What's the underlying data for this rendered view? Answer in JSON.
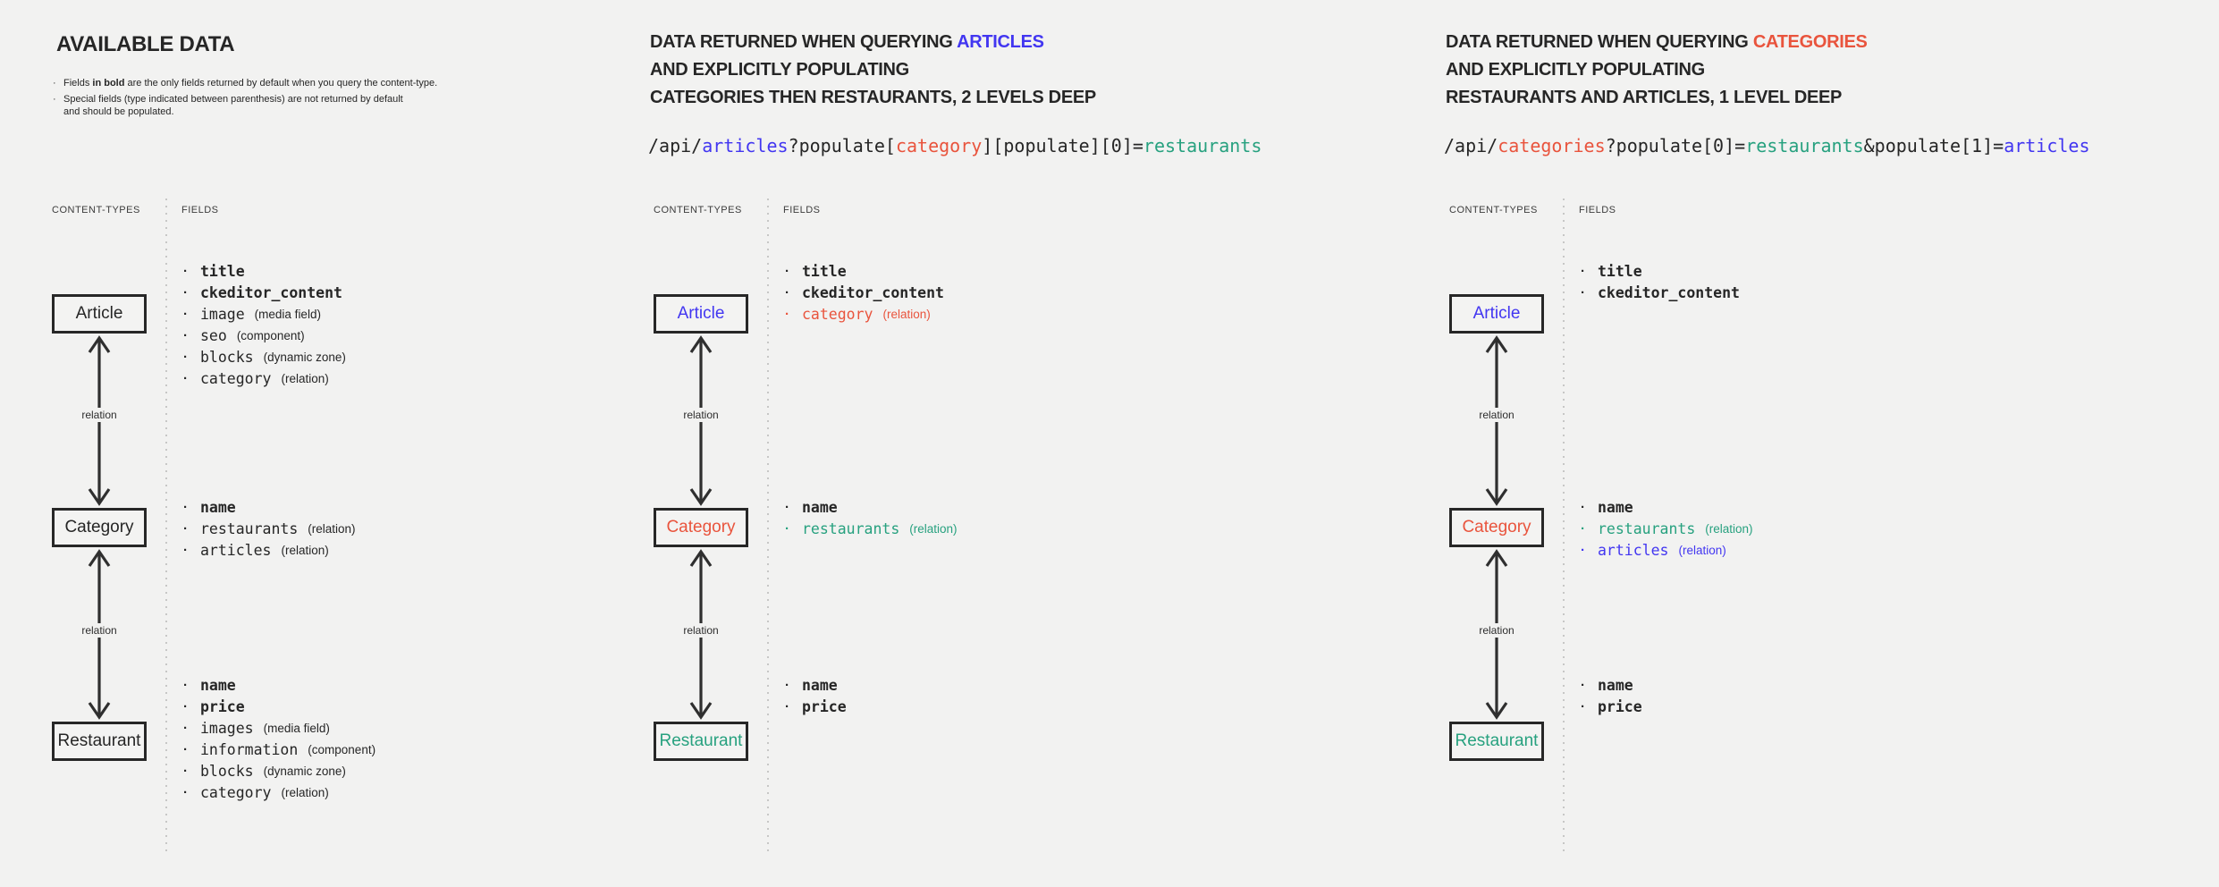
{
  "palette": {
    "bg": "#f2f2f1",
    "dark": "#262626",
    "blue": "#4236f1",
    "red": "#e9543d",
    "teal": "#27a17f",
    "box_border": "#272727",
    "arrow": "#2f2f2f",
    "divider_dot": "#c7c7c6",
    "muted_label": "#3c3c3c"
  },
  "columns": [
    {
      "key": "available-data",
      "header": {
        "lines": [
          [
            {
              "text": "AVAILABLE DATA",
              "color": "dark"
            }
          ]
        ],
        "notes": [
          {
            "lines": [
              [
                {
                  "text": "Fields "
                },
                {
                  "text": "in bold",
                  "bold": true
                },
                {
                  "text": " are the only fields returned by default when you query the content-type."
                }
              ]
            ]
          },
          {
            "lines": [
              [
                {
                  "text": "Special fields (type indicated between parenthesis) are not returned by default"
                }
              ],
              [
                {
                  "text": "and should be populated."
                }
              ]
            ]
          }
        ]
      },
      "labels": {
        "content_types": "CONTENT-TYPES",
        "fields": "FIELDS"
      },
      "relation_label": "relation",
      "nodes": [
        {
          "title": "Article",
          "color": "dark",
          "fields": [
            {
              "name": "title",
              "bold": true,
              "color": "dark"
            },
            {
              "name": "ckeditor_content",
              "bold": true,
              "color": "dark"
            },
            {
              "name": "image",
              "type": "(media field)",
              "color": "dark"
            },
            {
              "name": "seo",
              "type": "(component)",
              "color": "dark"
            },
            {
              "name": "blocks",
              "type": "(dynamic zone)",
              "color": "dark"
            },
            {
              "name": "category",
              "type": "(relation)",
              "color": "dark"
            }
          ]
        },
        {
          "title": "Category",
          "color": "dark",
          "fields": [
            {
              "name": "name",
              "bold": true,
              "color": "dark"
            },
            {
              "name": "restaurants",
              "type": "(relation)",
              "color": "dark"
            },
            {
              "name": "articles",
              "type": "(relation)",
              "color": "dark"
            }
          ]
        },
        {
          "title": "Restaurant",
          "color": "dark",
          "fields": [
            {
              "name": "name",
              "bold": true,
              "color": "dark"
            },
            {
              "name": "price",
              "bold": true,
              "color": "dark"
            },
            {
              "name": "images",
              "type": "(media field)",
              "color": "dark"
            },
            {
              "name": "information",
              "type": "(component)",
              "color": "dark"
            },
            {
              "name": "blocks",
              "type": "(dynamic zone)",
              "color": "dark"
            },
            {
              "name": "category",
              "type": "(relation)",
              "color": "dark"
            }
          ]
        }
      ]
    },
    {
      "key": "query-articles",
      "header": {
        "lines": [
          [
            {
              "text": "DATA RETURNED WHEN QUERYING ",
              "color": "dark"
            },
            {
              "text": "ARTICLES",
              "color": "blue"
            }
          ],
          [
            {
              "text": "AND EXPLICITLY POPULATING",
              "color": "dark"
            }
          ],
          [
            {
              "text": "CATEGORIES THEN RESTAURANTS, 2 LEVELS DEEP",
              "color": "dark"
            }
          ]
        ],
        "api": [
          {
            "text": "/api/",
            "color": "dark"
          },
          {
            "text": "articles",
            "color": "blue"
          },
          {
            "text": "?populate[",
            "color": "dark"
          },
          {
            "text": "category",
            "color": "red"
          },
          {
            "text": "][populate][0]=",
            "color": "dark"
          },
          {
            "text": "restaurants",
            "color": "teal"
          }
        ]
      },
      "labels": {
        "content_types": "CONTENT-TYPES",
        "fields": "FIELDS"
      },
      "relation_label": "relation",
      "nodes": [
        {
          "title": "Article",
          "color": "blue",
          "fields": [
            {
              "name": "title",
              "bold": true,
              "color": "dark"
            },
            {
              "name": "ckeditor_content",
              "bold": true,
              "color": "dark"
            },
            {
              "name": "category",
              "type": "(relation)",
              "color": "red"
            }
          ]
        },
        {
          "title": "Category",
          "color": "red",
          "fields": [
            {
              "name": "name",
              "bold": true,
              "color": "dark"
            },
            {
              "name": "restaurants",
              "type": "(relation)",
              "color": "teal"
            }
          ]
        },
        {
          "title": "Restaurant",
          "color": "teal",
          "fields": [
            {
              "name": "name",
              "bold": true,
              "color": "dark"
            },
            {
              "name": "price",
              "bold": true,
              "color": "dark"
            }
          ]
        }
      ]
    },
    {
      "key": "query-categories",
      "header": {
        "lines": [
          [
            {
              "text": "DATA RETURNED WHEN QUERYING ",
              "color": "dark"
            },
            {
              "text": "CATEGORIES",
              "color": "red"
            }
          ],
          [
            {
              "text": "AND EXPLICITLY POPULATING",
              "color": "dark"
            }
          ],
          [
            {
              "text": "RESTAURANTS AND ARTICLES, 1 LEVEL DEEP",
              "color": "dark"
            }
          ]
        ],
        "api": [
          {
            "text": "/api/",
            "color": "dark"
          },
          {
            "text": "categories",
            "color": "red"
          },
          {
            "text": "?populate[0]=",
            "color": "dark"
          },
          {
            "text": "restaurants",
            "color": "teal"
          },
          {
            "text": "&populate[1]=",
            "color": "dark"
          },
          {
            "text": "articles",
            "color": "blue"
          }
        ]
      },
      "labels": {
        "content_types": "CONTENT-TYPES",
        "fields": "FIELDS"
      },
      "relation_label": "relation",
      "nodes": [
        {
          "title": "Article",
          "color": "blue",
          "fields": [
            {
              "name": "title",
              "bold": true,
              "color": "dark"
            },
            {
              "name": "ckeditor_content",
              "bold": true,
              "color": "dark"
            }
          ]
        },
        {
          "title": "Category",
          "color": "red",
          "fields": [
            {
              "name": "name",
              "bold": true,
              "color": "dark"
            },
            {
              "name": "restaurants",
              "type": "(relation)",
              "color": "teal"
            },
            {
              "name": "articles",
              "type": "(relation)",
              "color": "blue"
            }
          ]
        },
        {
          "title": "Restaurant",
          "color": "teal",
          "fields": [
            {
              "name": "name",
              "bold": true,
              "color": "dark"
            },
            {
              "name": "price",
              "bold": true,
              "color": "dark"
            }
          ]
        }
      ]
    }
  ],
  "bullet_glyph": "·"
}
